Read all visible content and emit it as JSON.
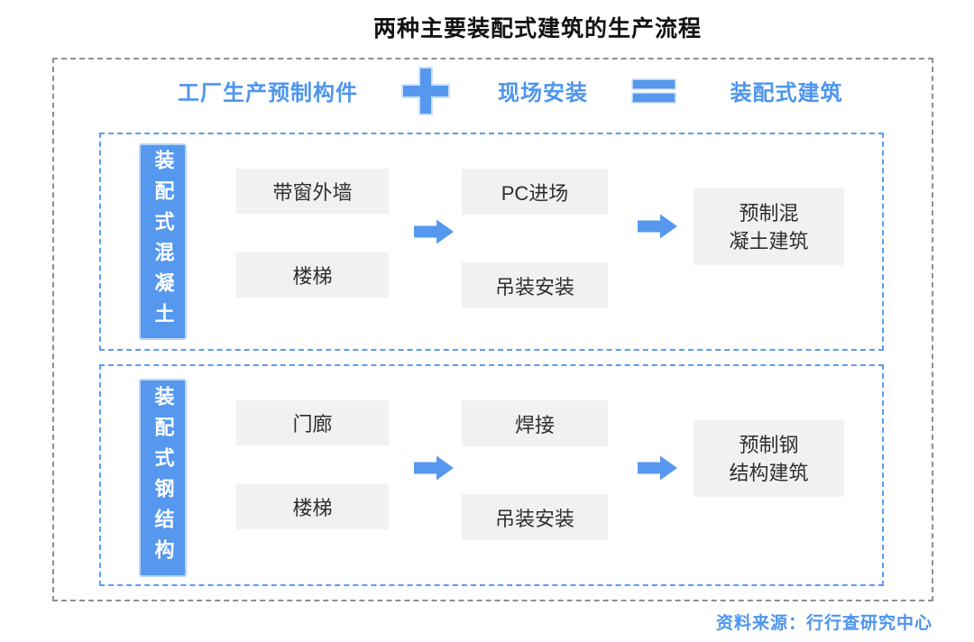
{
  "title": "两种主要装配式建筑的生产流程",
  "colors": {
    "accent_blue": "#5598ee",
    "light_blue_outline": "#b9d6f9",
    "box_gray": "#f1f1f1",
    "outer_border_gray": "#8f8f8f",
    "text_dark": "#2f2f2f"
  },
  "header": {
    "factory_label": "工厂生产预制构件",
    "plus_icon": "plus-icon",
    "site_label": "现场安装",
    "equals_icon": "equals-icon",
    "result_label": "装配式建筑"
  },
  "sections": [
    {
      "name": "装配式混凝土",
      "inputs": [
        "带窗外墙",
        "楼梯"
      ],
      "steps": [
        "PC进场",
        "吊装安装"
      ],
      "result": "预制混\n凝土建筑",
      "arrow_icon": "arrow-right-icon"
    },
    {
      "name": "装配式钢结构",
      "inputs": [
        "门廊",
        "楼梯"
      ],
      "steps": [
        "焊接",
        "吊装安装"
      ],
      "result": "预制钢\n结构建筑",
      "arrow_icon": "arrow-right-icon"
    }
  ],
  "source": "资料来源：行行查研究中心"
}
